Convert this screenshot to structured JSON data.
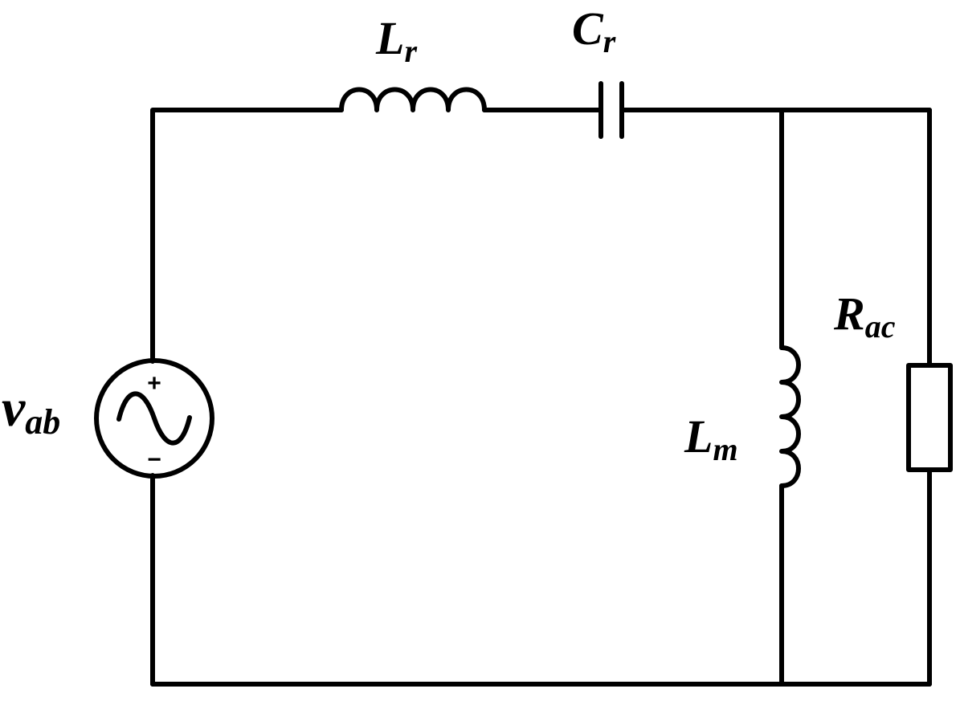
{
  "diagram": {
    "type": "circuit-schematic",
    "stroke_color": "#000000",
    "background": "#ffffff",
    "components": {
      "source": {
        "kind": "ac-voltage-source",
        "icon": "ac-source-icon",
        "label_main": "v",
        "label_sub": "ab",
        "plus": "+",
        "minus": "−"
      },
      "lr": {
        "kind": "inductor",
        "icon": "inductor-icon",
        "label_main": "L",
        "label_sub": "r"
      },
      "cr": {
        "kind": "capacitor",
        "icon": "capacitor-icon",
        "label_main": "C",
        "label_sub": "r"
      },
      "lm": {
        "kind": "inductor",
        "icon": "inductor-icon",
        "label_main": "L",
        "label_sub": "m"
      },
      "rac": {
        "kind": "resistor",
        "icon": "resistor-icon",
        "label_main": "R",
        "label_sub": "ac"
      }
    }
  }
}
